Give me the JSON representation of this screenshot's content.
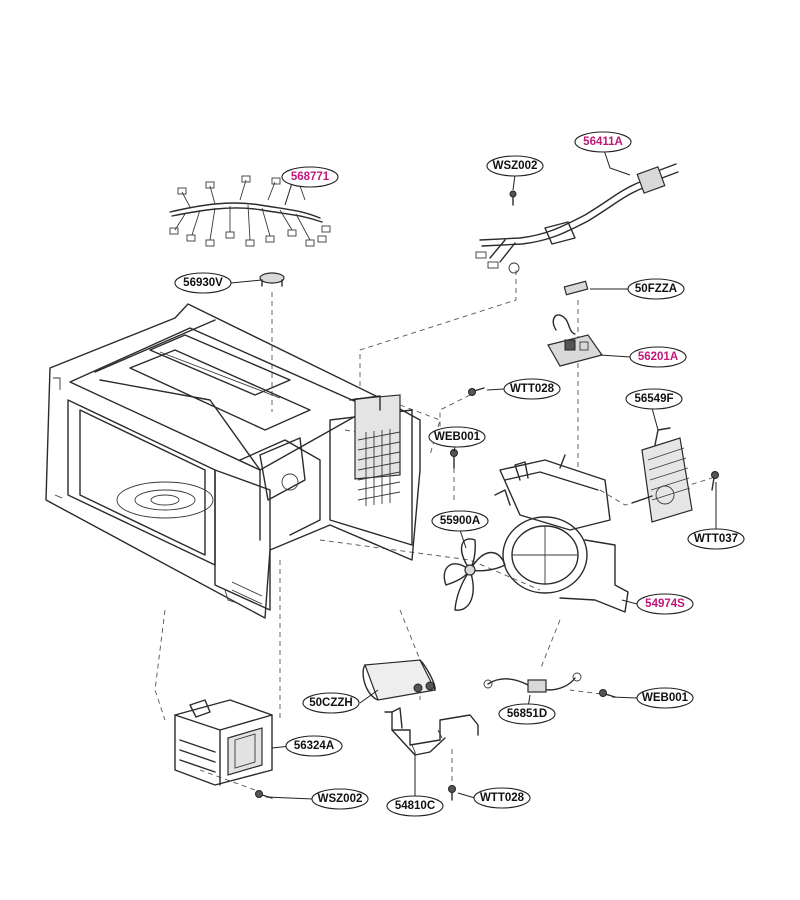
{
  "highlight_color": "#c0187a",
  "labels": {
    "p568771": "568771",
    "p56411A": "56411A",
    "wsz002_top": "WSZ002",
    "p56930V": "56930V",
    "p50FZZA": "50FZZA",
    "p56201A": "56201A",
    "wtt028_mid": "WTT028",
    "p56549F": "56549F",
    "web001_mid": "WEB001",
    "p55900A": "55900A",
    "wtt037": "WTT037",
    "p54974S": "54974S",
    "p50CZZH": "50CZZH",
    "web001_low": "WEB001",
    "p56851D": "56851D",
    "p56324A": "56324A",
    "wsz002_low": "WSZ002",
    "p54810C": "54810C",
    "wtt028_low": "WTT028"
  }
}
